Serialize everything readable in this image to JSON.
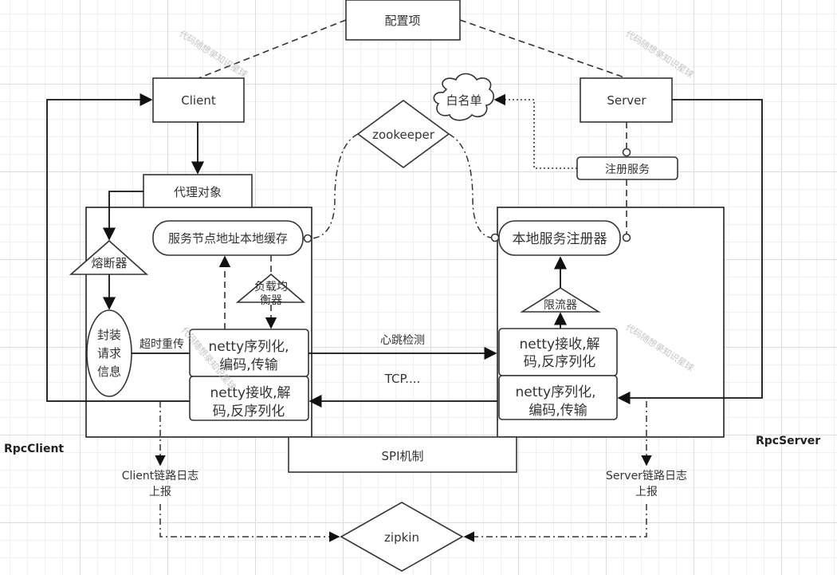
{
  "diagram": {
    "config": "配置项",
    "client": "Client",
    "server": "Server",
    "whitelist": "白名单",
    "zookeeper": "zookeeper",
    "register_service": "注册服务",
    "proxy": "代理对象",
    "circuit_breaker": "熔断器",
    "wrap_request": [
      "封装",
      "请求",
      "信息"
    ],
    "timeout_retry": "超时重传",
    "local_cache": "服务节点地址本地缓存",
    "load_balancer": [
      "负载均",
      "衡器"
    ],
    "client_send": [
      "netty序列化,",
      "编码,传输"
    ],
    "client_recv": [
      "netty接收,解",
      "码,反序列化"
    ],
    "heartbeat": "心跳检测",
    "tcp": "TCP....",
    "local_registry": "本地服务注册器",
    "rate_limiter": "限流器",
    "server_recv": [
      "netty接收,解",
      "码,反序列化"
    ],
    "server_send": [
      "netty序列化,",
      "编码,传输"
    ],
    "rpc_client": "RpcClient",
    "rpc_server": "RpcServer",
    "spi": "SPI机制",
    "client_log": [
      "Client链路日志",
      "上报"
    ],
    "server_log": [
      "Server链路日志",
      "上报"
    ],
    "zipkin": "zipkin",
    "watermark": "代码随想录知识星球"
  }
}
